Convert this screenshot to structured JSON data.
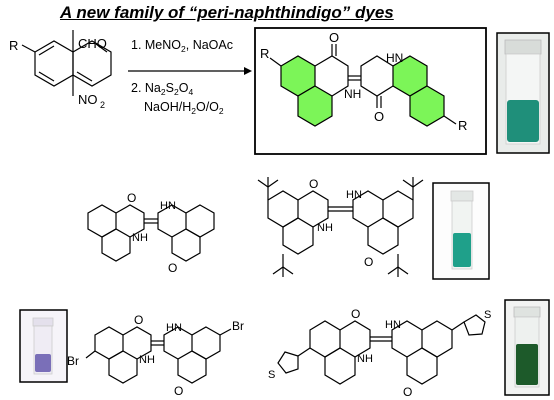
{
  "title": "A new family of “peri-naphthindigo” dyes",
  "reactant": {
    "r_label": "R",
    "cho_label": "CHO",
    "nitro_label": "NO",
    "nitro_sub": "2"
  },
  "reaction": {
    "step1": "1. MeNO",
    "step1_sub": "2",
    "step1_rest": ", NaOAc",
    "step2": "2. Na",
    "step2_sub1": "2",
    "step2_mid": "S",
    "step2_sub2": "2",
    "step2_rest": "O",
    "step2_sub3": "4",
    "step2_line2a": "NaOH/H",
    "step2_line2_sub": "2",
    "step2_line2b": "O/O",
    "step2_line2_sub2": "2"
  },
  "atoms": {
    "oxygen": "O",
    "nh": "HN",
    "hn_bottom": "NH",
    "bromine": "Br",
    "sulfur": "S",
    "r": "R"
  },
  "colors": {
    "highlight": "#7cf558",
    "solution_teal": "#1f8f7a",
    "solution_purple": "#7a6fb8",
    "solution_green": "#1d5a2a"
  }
}
